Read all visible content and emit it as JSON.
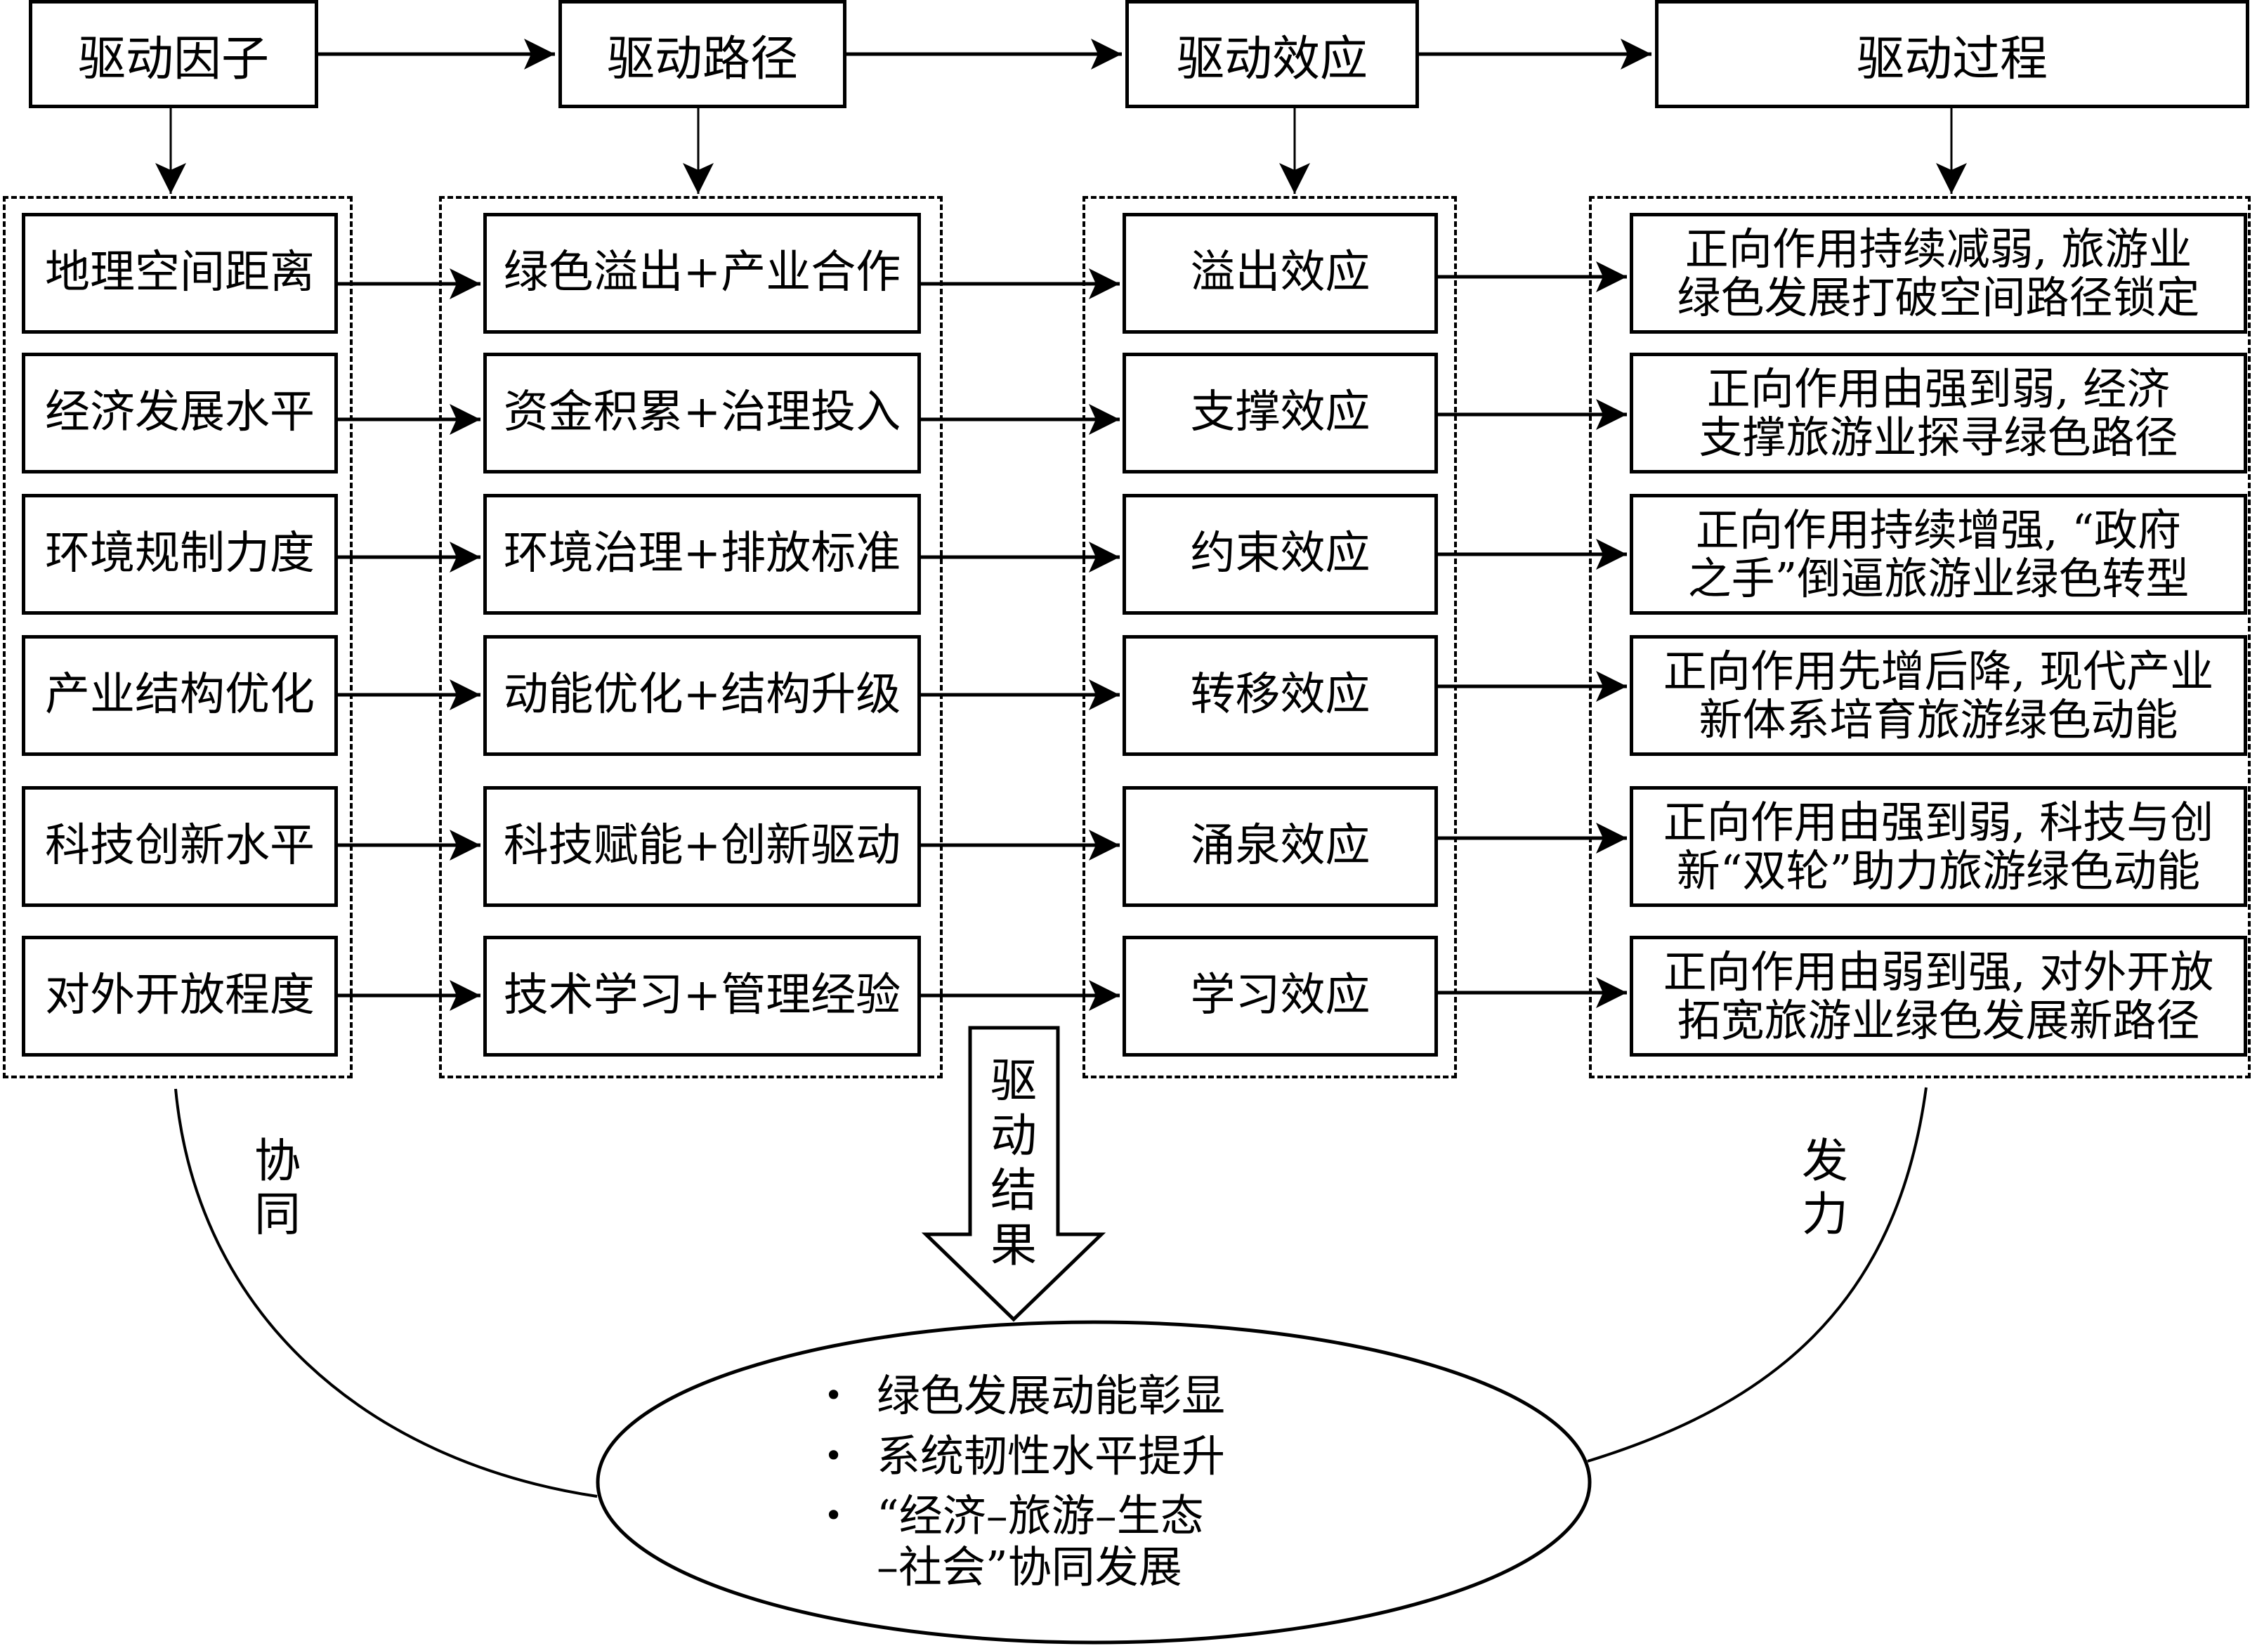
{
  "headers": [
    "驱动因子",
    "驱动路径",
    "驱动效应",
    "驱动过程"
  ],
  "factors": [
    "地理空间距离",
    "经济发展水平",
    "环境规制力度",
    "产业结构优化",
    "科技创新水平",
    "对外开放程度"
  ],
  "paths": [
    "绿色溢出+产业合作",
    "资金积累+治理投入",
    "环境治理+排放标准",
    "动能优化+结构升级",
    "科技赋能+创新驱动",
    "技术学习+管理经验"
  ],
  "effects": [
    "溢出效应",
    "支撑效应",
    "约束效应",
    "转移效应",
    "涌泉效应",
    "学习效应"
  ],
  "processes": [
    [
      "正向作用持续减弱, 旅游业",
      "绿色发展打破空间路径锁定"
    ],
    [
      "正向作用由强到弱, 经济",
      "支撑旅游业探寻绿色路径"
    ],
    [
      "正向作用持续增强, “政府",
      "之手”倒逼旅游业绿色转型"
    ],
    [
      "正向作用先增后降, 现代产业",
      "新体系培育旅游绿色动能"
    ],
    [
      "正向作用由强到弱, 科技与创",
      "新“双轮”助力旅游绿色动能"
    ],
    [
      "正向作用由弱到强, 对外开放",
      "拓宽旅游业绿色发展新路径"
    ]
  ],
  "result_arrow_label": [
    "驱",
    "动",
    "结",
    "果"
  ],
  "left_curve_label": [
    "协",
    "同"
  ],
  "right_curve_label": [
    "发",
    "力"
  ],
  "results": {
    "bullet_glyph": "•",
    "items": [
      [
        "绿色发展动能彰显"
      ],
      [
        "系统韧性水平提升"
      ],
      [
        "“经济–旅游–生态",
        "–社会”协同发展"
      ]
    ]
  }
}
